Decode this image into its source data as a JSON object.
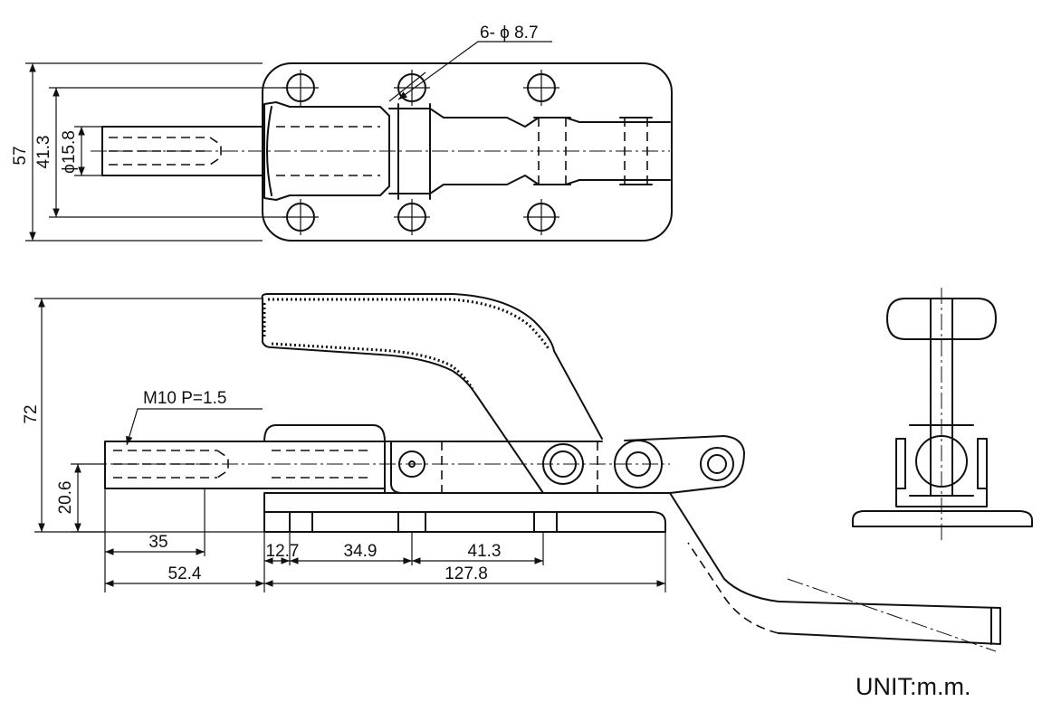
{
  "dimensions": {
    "top_view": {
      "hole_callout": "6- ϕ 8.7",
      "overall_width": "57",
      "hole_spacing": "41.3",
      "plunger_diameter": "ϕ15.8"
    },
    "side_view": {
      "height": "72",
      "thread": "M10  P=1.5",
      "plunger_height": "20.6",
      "thread_length": "35",
      "plunger_length": "52.4",
      "base_offset": "12.7",
      "hole_pitch_1": "34.9",
      "hole_pitch_2": "41.3",
      "base_length": "127.8"
    }
  },
  "unit_label": "UNIT:m.m."
}
